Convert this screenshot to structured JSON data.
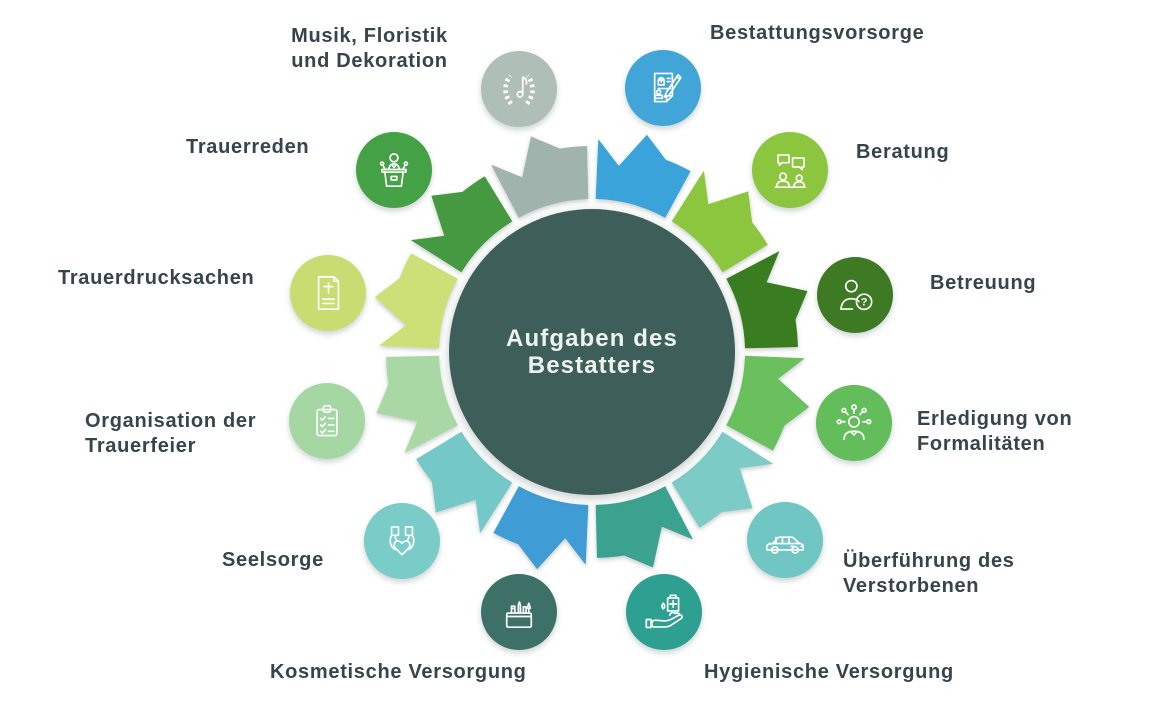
{
  "background": "#ffffff",
  "diagram": {
    "center_title_lines": [
      "Aufgaben des",
      "Bestatters"
    ],
    "center_color": "#3e5f59",
    "center_text_color": "#eef3f1",
    "label_color": "#36454b",
    "items": [
      {
        "id": "bestattungsvorsorge",
        "label": "Bestattungsvorsorge",
        "label_lines": [
          "Bestattungsvorsorge"
        ],
        "segment_color": "#3aa3d9",
        "icon_bg": "#41a5d8",
        "icon": "contract-icon"
      },
      {
        "id": "beratung",
        "label": "Beratung",
        "label_lines": [
          "Beratung"
        ],
        "segment_color": "#8cc63e",
        "icon_bg": "#8cc63e",
        "icon": "consultation-icon"
      },
      {
        "id": "betreuung",
        "label": "Betreuung",
        "label_lines": [
          "Betreuung"
        ],
        "segment_color": "#3a7d20",
        "icon_bg": "#3d7a23",
        "icon": "support-question-icon"
      },
      {
        "id": "erledigung-von-formalitaeten",
        "label": "Erledigung von Formalitäten",
        "label_lines": [
          "Erledigung von",
          "Formalitäten"
        ],
        "segment_color": "#69c05d",
        "icon_bg": "#63bd5b",
        "icon": "formalities-icon"
      },
      {
        "id": "ueberfuehrung-des-verstorbenen",
        "label": "Überführung des Verstorbenen",
        "label_lines": [
          "Überführung des",
          "Verstorbenen"
        ],
        "segment_color": "#7dcbc6",
        "icon_bg": "#70c6c2",
        "icon": "hearse-icon"
      },
      {
        "id": "hygienische-versorgung",
        "label": "Hygienische Versorgung",
        "label_lines": [
          "Hygienische Versorgung"
        ],
        "segment_color": "#3aa28e",
        "icon_bg": "#2ea092",
        "icon": "hygiene-icon"
      },
      {
        "id": "kosmetische-versorgung",
        "label": "Kosmetische Versorgung",
        "label_lines": [
          "Kosmetische Versorgung"
        ],
        "segment_color": "#3f9cd4",
        "icon_bg": "#3d7167",
        "icon": "cosmetics-icon"
      },
      {
        "id": "seelsorge",
        "label": "Seelsorge",
        "label_lines": [
          "Seelsorge"
        ],
        "segment_color": "#74c8c7",
        "icon_bg": "#7accc9",
        "icon": "pastoral-care-icon"
      },
      {
        "id": "organisation-der-trauerfeier",
        "label": "Organisation der Trauerfeier",
        "label_lines": [
          "Organisation der",
          "Trauerfeier"
        ],
        "segment_color": "#a9d8a5",
        "icon_bg": "#a4d7a1",
        "icon": "checklist-icon"
      },
      {
        "id": "trauerdrucksachen",
        "label": "Trauerdrucksachen",
        "label_lines": [
          "Trauerdrucksachen"
        ],
        "segment_color": "#cbe076",
        "icon_bg": "#c8dd71",
        "icon": "memorial-print-icon"
      },
      {
        "id": "trauerreden",
        "label": "Trauerreden",
        "label_lines": [
          "Trauerreden"
        ],
        "segment_color": "#459a41",
        "icon_bg": "#45a146",
        "icon": "eulogy-podium-icon"
      },
      {
        "id": "musik-floristik-und-dekoration",
        "label": "Musik, Floristik und Dekoration",
        "label_lines": [
          "Musik, Floristik",
          "und Dekoration"
        ],
        "segment_color": "#a0b4ad",
        "icon_bg": "#afbfb8",
        "icon": "music-wreath-icon"
      }
    ]
  }
}
